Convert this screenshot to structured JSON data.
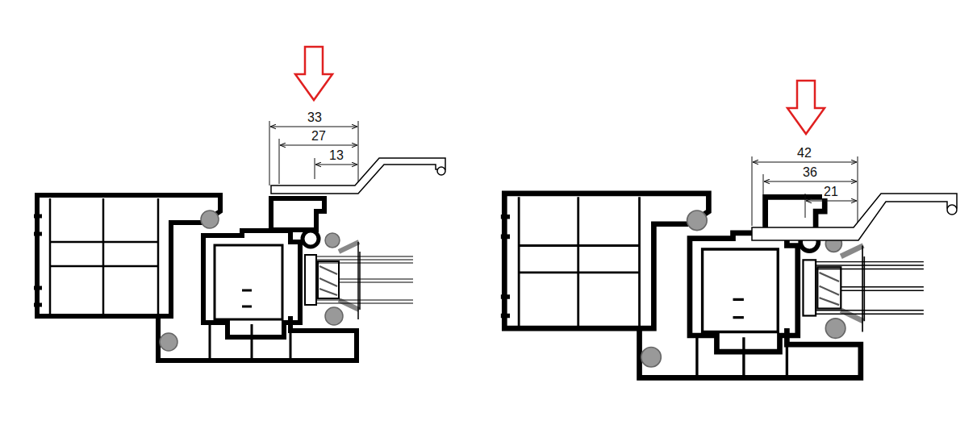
{
  "diagram": {
    "labels": [
      "33",
      "27",
      "13",
      "42",
      "36",
      "21"
    ]
  }
}
